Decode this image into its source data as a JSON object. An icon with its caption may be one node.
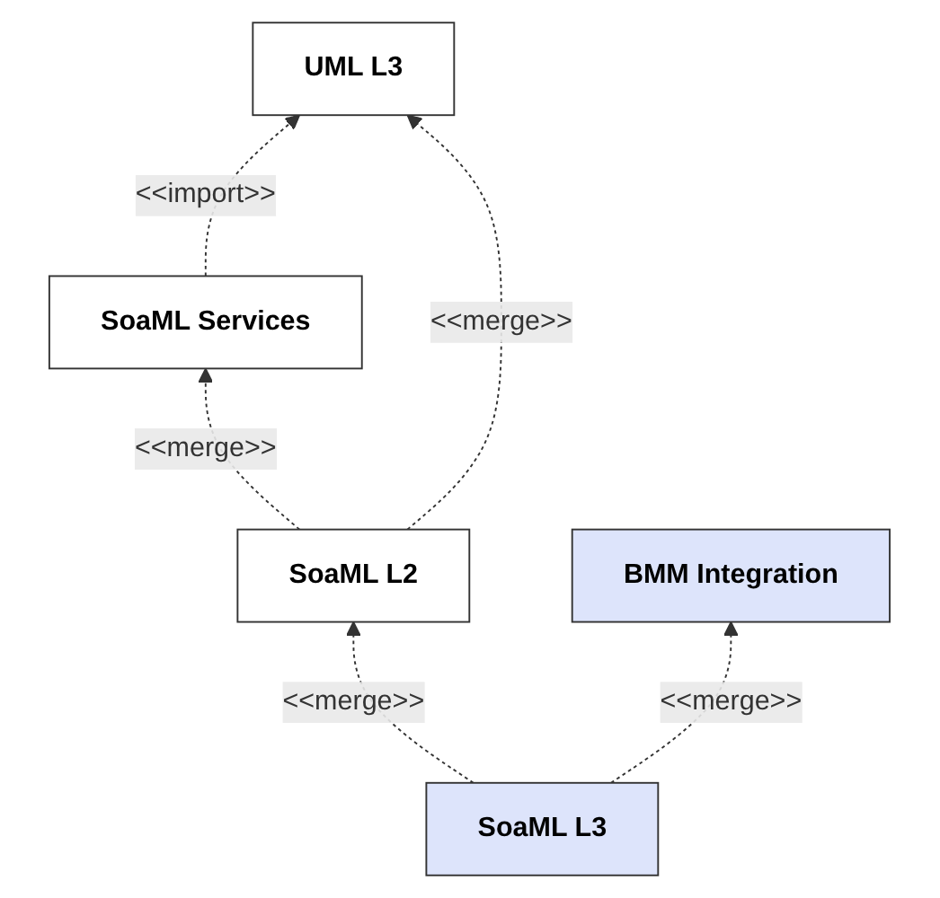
{
  "diagram": {
    "nodes": [
      {
        "text": [
          "UML L3"
        ]
      },
      {
        "text": [
          "SoaML Services"
        ]
      },
      {
        "text": [
          "SoaML L2"
        ]
      },
      {
        "text": [
          "BMM Integration"
        ]
      },
      {
        "text": [
          "SoaML L3"
        ]
      }
    ],
    "edges": [
      {
        "from": 1,
        "to": 0,
        "arrow": "to",
        "label": "<<import>>",
        "style": "dashed"
      },
      {
        "from": 2,
        "to": 0,
        "arrow": "to",
        "label": "<<merge>>",
        "style": "dashed"
      },
      {
        "from": 2,
        "to": 1,
        "arrow": "to",
        "label": "<<merge>>",
        "style": "dashed"
      },
      {
        "from": 4,
        "to": 2,
        "arrow": "to",
        "label": "<<merge>>",
        "style": "dashed"
      },
      {
        "from": 4,
        "to": 3,
        "arrow": "to",
        "label": "<<merge>>",
        "style": "dashed"
      }
    ]
  }
}
